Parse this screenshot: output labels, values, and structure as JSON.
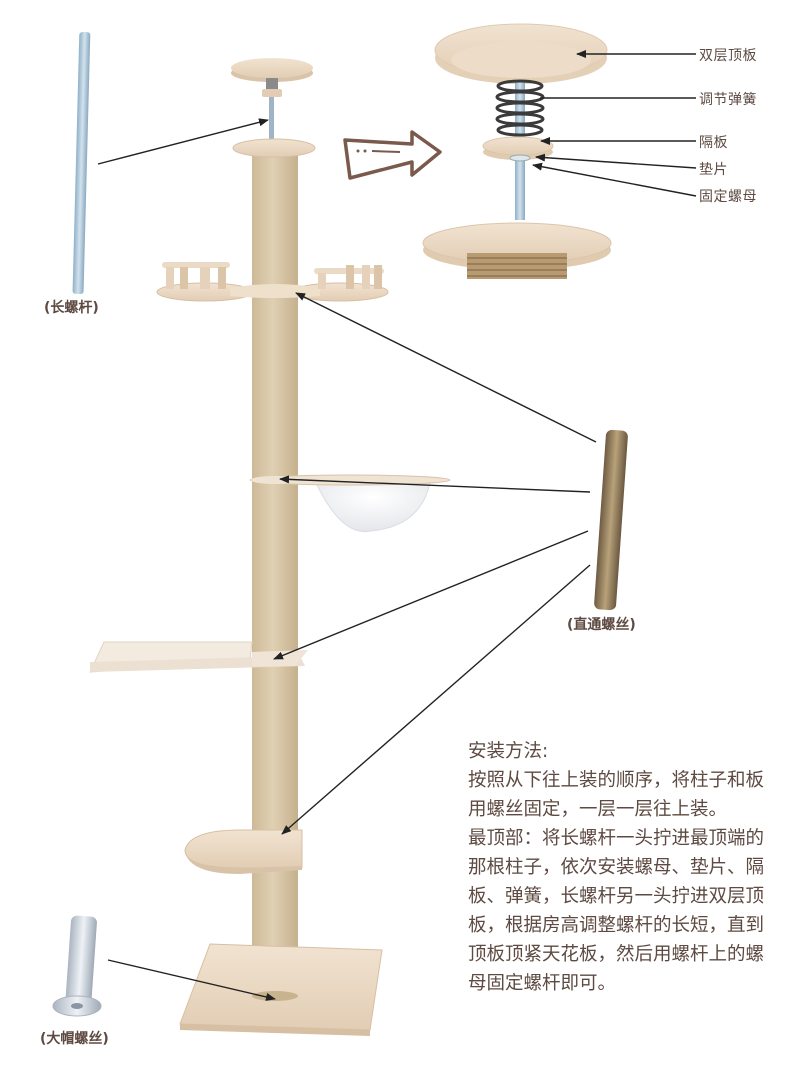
{
  "diagram": {
    "title": "Floor-to-ceiling cat tree assembly diagram",
    "colors": {
      "text": "#5e4a42",
      "wood": "#ecd9c3",
      "wood_edge": "#d7bfa4",
      "sisal": "#d9c7a8",
      "rod": "#a9c3d6",
      "arrow_outline": "#7a5a4c",
      "leader_line": "#222222"
    },
    "detail_callouts": [
      {
        "id": "double-top-board",
        "label": "双层顶板"
      },
      {
        "id": "adjust-spring",
        "label": "调节弹簧"
      },
      {
        "id": "spacer-board",
        "label": "隔板"
      },
      {
        "id": "washer",
        "label": "垫片"
      },
      {
        "id": "fixing-nut",
        "label": "固定螺母"
      }
    ],
    "parts": {
      "long_rod": "(长螺杆)",
      "threaded_stud": "(直通螺丝)",
      "cap_screw": "(大帽螺丝)"
    },
    "instructions": {
      "heading": "安装方法:",
      "step1": "按照从下往上装的顺序，将柱子和板用螺丝固定，一层一层往上装。",
      "step2": "最顶部：将长螺杆一头拧进最顶端的那根柱子，依次安装螺母、垫片、隔板、弹簧，长螺杆另一头拧进双层顶板，根据房高调整螺杆的长短，直到顶板顶紧天花板，然后用螺杆上的螺母固定螺杆即可。"
    }
  }
}
